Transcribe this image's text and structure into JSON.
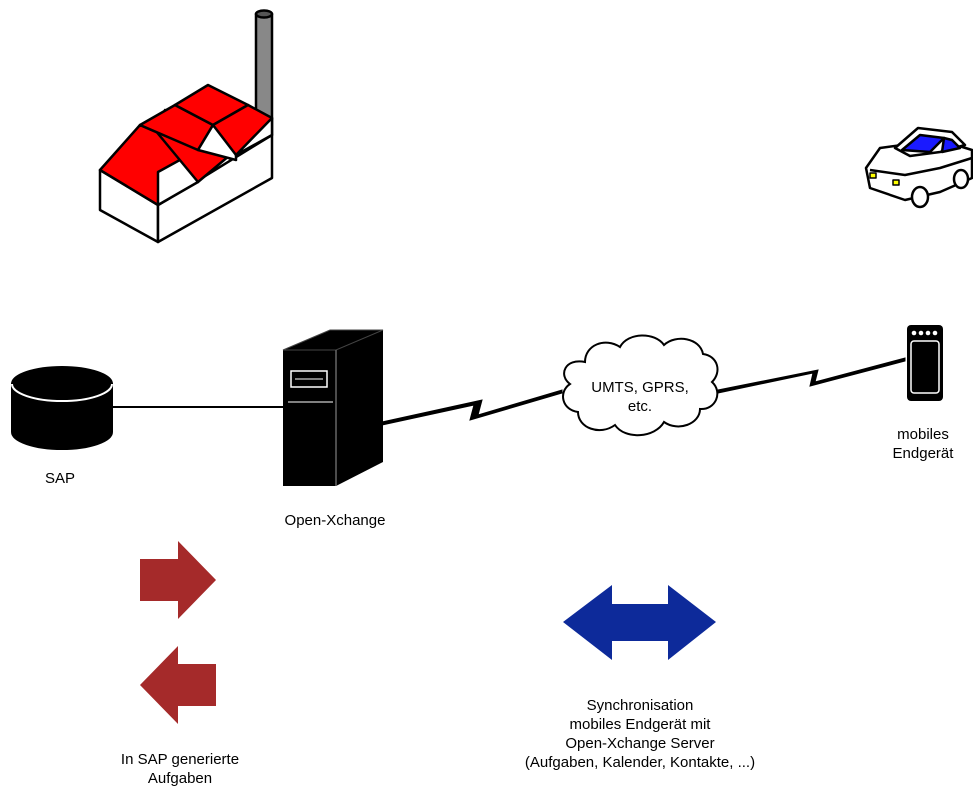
{
  "labels": {
    "sap": "SAP",
    "open_xchange": "Open-Xchange",
    "cloud_line1": "UMTS, GPRS,",
    "cloud_line2": "etc.",
    "mobile_line1": "mobiles",
    "mobile_line2": "Endgerät",
    "sap_tasks_line1": "In SAP generierte",
    "sap_tasks_line2": "Aufgaben",
    "sync_line1": "Synchronisation",
    "sync_line2": "mobiles Endgerät mit",
    "sync_line3": "Open-Xchange Server",
    "sync_line4": "(Aufgaben, Kalender, Kontakte, ...)"
  },
  "icons": {
    "factory": "factory-icon",
    "car": "car-icon",
    "database": "database-icon",
    "server": "server-icon",
    "cloud": "cloud-icon",
    "mobile": "mobile-device-icon",
    "arrow_right": "arrow-right-icon",
    "arrow_left": "arrow-left-icon",
    "arrow_both": "double-arrow-icon"
  },
  "colors": {
    "roof": "#ff0000",
    "arrow_red": "#a52a2a",
    "arrow_blue": "#0d2a9a",
    "car_roof": "#1a1aff",
    "outline": "#000000"
  }
}
